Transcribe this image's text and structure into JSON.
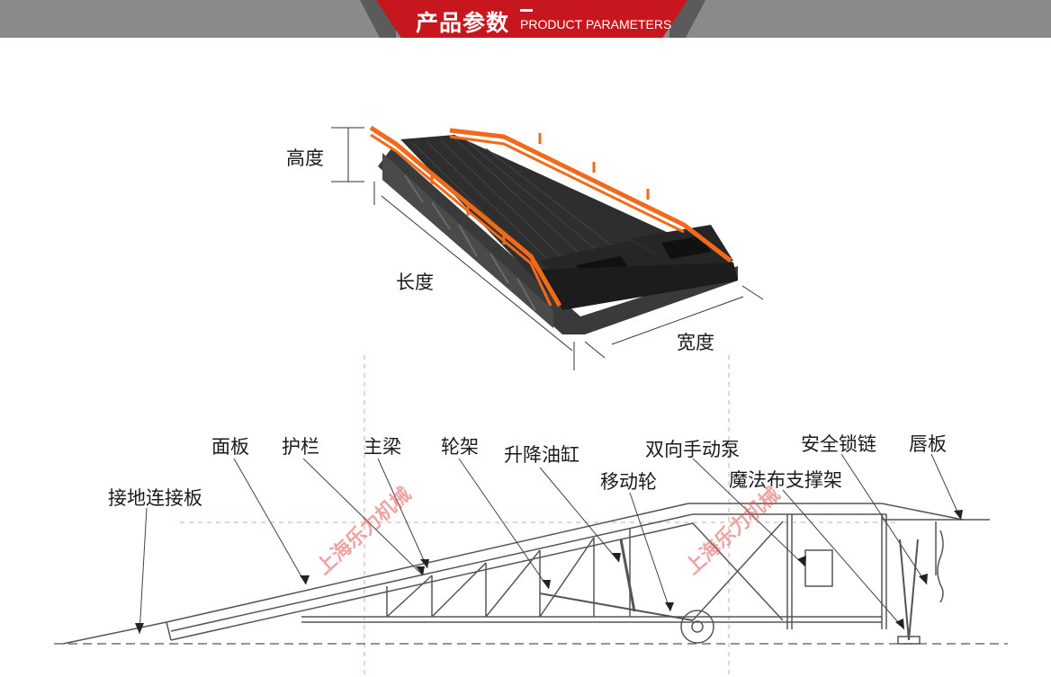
{
  "header": {
    "title_cn": "产品参数",
    "title_en": "PRODUCT PARAMETERS"
  },
  "product_dimensions": {
    "height": "高度",
    "length": "长度",
    "width": "宽度"
  },
  "parts": {
    "panel": "面板",
    "guardrail": "护栏",
    "main_beam": "主梁",
    "wheel_frame": "轮架",
    "lift_cylinder": "升降油缸",
    "manual_pump": "双向手动泵",
    "safety_chain": "安全锁链",
    "lip_plate": "唇板",
    "ground_plate": "接地连接板",
    "moving_wheel": "移动轮",
    "support_frame": "魔法布支撑架"
  },
  "watermark": {
    "text": "上海乐力机械"
  },
  "colors": {
    "banner_gray": "#8a8a8a",
    "banner_red": "#c8161e",
    "rail_orange": "#f06a1a",
    "deck_dark": "#2e2e2e"
  }
}
